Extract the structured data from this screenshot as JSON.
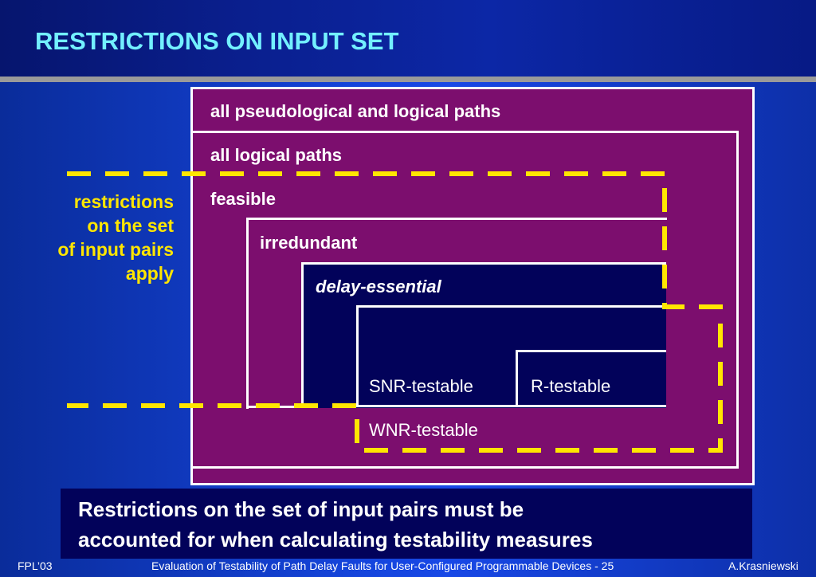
{
  "title": "RESTRICTIONS ON INPUT SET",
  "boxes": {
    "all_paths": "all pseudological and logical paths",
    "logical": "all logical paths",
    "feasible": "feasible",
    "irredundant": "irredundant",
    "delay_essential": "delay-essential",
    "snr": "SNR-testable",
    "r": "R-testable",
    "wnr": "WNR-testable"
  },
  "side_note": {
    "line1": "restrictions",
    "line2": "on the set",
    "line3": "of input pairs",
    "line4": "apply"
  },
  "conclusion": {
    "line1": "Restrictions on the set of input pairs must be",
    "line2": "accounted for when calculating testability measures"
  },
  "footer": {
    "left": "FPL’03",
    "center": "Evaluation of Testability of Path Delay Faults for User-Configured Programmable Devices - 25",
    "right": "A.Krasniewski"
  },
  "colors": {
    "purple": "#7c0e6e",
    "navy": "#02025a",
    "dash_yellow": "#ffe600",
    "title_cyan": "#73f0ff"
  }
}
